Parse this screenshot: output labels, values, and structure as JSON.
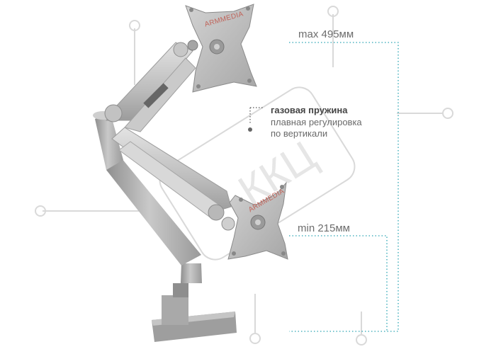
{
  "annotations": {
    "max_height": "max 495мм",
    "min_height": "min 215мм",
    "feature_title": "газовая пружина",
    "feature_line_1": "плавная регулировка",
    "feature_line_2": "по вертикали"
  },
  "brand": {
    "top_plate": "ARMMEDIA",
    "bottom_plate": "ARMMEDIA"
  },
  "watermark": "ККЦ",
  "colors": {
    "metal": "#b9b9b9",
    "metal_dark": "#8e8e8e",
    "metal_light": "#d6d6d6",
    "guide_line": "#2aa5b3",
    "watermark": "#d9d9d9"
  }
}
